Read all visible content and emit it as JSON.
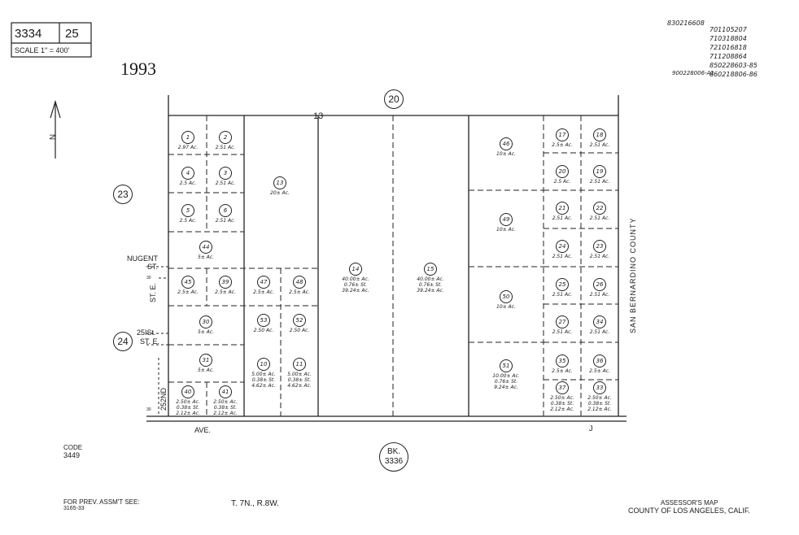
{
  "header": {
    "book": "3334",
    "page": "25",
    "scale": "SCALE 1\" = 400'",
    "year": "1993"
  },
  "codes_top_right": {
    "code_a": "830216608",
    "list": [
      "701105207",
      "710318804",
      "721016818",
      "711208864",
      "850228603-85",
      "860218806-86"
    ],
    "code_b": "900228006-A1"
  },
  "north_arrow": {
    "label": "N"
  },
  "adjacent_pages": {
    "top": "20",
    "left_upper": "23",
    "left_lower": "24",
    "bottom_book": "BK.",
    "bottom_book_number": "3336"
  },
  "section_number": "13",
  "streets": {
    "nugent": "NUGENT",
    "nugent_st": "ST.",
    "st_e_vertical": "ST. E.",
    "st_25": "25ISt.",
    "st_25_e": "ST. E.",
    "st_252nd": "252ND",
    "ave": "AVE.",
    "right_label": "J",
    "county": "SAN    BERNARDINO    COUNTY",
    "dim_30a": "30",
    "dim_30b": "30"
  },
  "parcels": [
    {
      "id": "1",
      "acres": "2.97 Ac."
    },
    {
      "id": "2",
      "acres": "2.51 Ac."
    },
    {
      "id": "4",
      "acres": "2.5 Ac."
    },
    {
      "id": "3",
      "acres": "2.51 Ac."
    },
    {
      "id": "5",
      "acres": "2.5 Ac."
    },
    {
      "id": "6",
      "acres": "2.51 Ac."
    },
    {
      "id": "13",
      "acres": "20± Ac."
    },
    {
      "id": "44",
      "acres": "5± Ac."
    },
    {
      "id": "45",
      "acres": "2.5± Ac."
    },
    {
      "id": "39",
      "acres": "2.5± Ac."
    },
    {
      "id": "47",
      "acres": "2.5± Ac."
    },
    {
      "id": "48",
      "acres": "2.5± Ac."
    },
    {
      "id": "30",
      "acres": "5± Ac."
    },
    {
      "id": "53",
      "acres": "2.50 Ac."
    },
    {
      "id": "52",
      "acres": "2.50 Ac."
    },
    {
      "id": "31",
      "acres": "5± Ac."
    },
    {
      "id": "10",
      "acres": "5.00± Ac.",
      "line2": "0.38± St.",
      "line3": "4.62± Ac."
    },
    {
      "id": "11",
      "acres": "5.00± Ac.",
      "line2": "0.38± St.",
      "line3": "4.62± Ac."
    },
    {
      "id": "40",
      "acres": "2.50± Ac.",
      "line2": "0.38± St.",
      "line3": "2.12± Ac."
    },
    {
      "id": "41",
      "acres": "2.50± Ac.",
      "line2": "0.38± St.",
      "line3": "2.12± Ac."
    },
    {
      "id": "14",
      "acres": "40.00± Ac.",
      "line2": "0.76± St.",
      "line3": "39.24± Ac."
    },
    {
      "id": "15",
      "acres": "40.00± Ac.",
      "line2": "0.76± St.",
      "line3": "39.24± Ac."
    },
    {
      "id": "46",
      "acres": "10± Ac."
    },
    {
      "id": "49",
      "acres": "10± Ac."
    },
    {
      "id": "50",
      "acres": "10± Ac."
    },
    {
      "id": "51",
      "acres": "10.00± Ac.",
      "line2": "0.76± St.",
      "line3": "9.24± Ac."
    },
    {
      "id": "17",
      "acres": "2.5± Ac."
    },
    {
      "id": "18",
      "acres": "2.51 Ac."
    },
    {
      "id": "20",
      "acres": "2.5 Ac."
    },
    {
      "id": "19",
      "acres": "2.51 Ac."
    },
    {
      "id": "21",
      "acres": "2.51 Ac."
    },
    {
      "id": "22",
      "acres": "2.51 Ac."
    },
    {
      "id": "24",
      "acres": "2.51 Ac."
    },
    {
      "id": "23",
      "acres": "2.51 Ac."
    },
    {
      "id": "25",
      "acres": "2.51 Ac."
    },
    {
      "id": "26",
      "acres": "2.51 Ac."
    },
    {
      "id": "27",
      "acres": "2.51 Ac."
    },
    {
      "id": "34",
      "acres": "2.51 Ac."
    },
    {
      "id": "35",
      "acres": "2.5± Ac."
    },
    {
      "id": "36",
      "acres": "2.5± Ac."
    },
    {
      "id": "37",
      "acres": "2.50± Ac.",
      "line2": "0.38± St.",
      "line3": "2.12± Ac."
    },
    {
      "id": "33",
      "acres": "2.50± Ac.",
      "line2": "0.38± St.",
      "line3": "2.12± Ac."
    }
  ],
  "footer": {
    "code_label": "CODE",
    "code_value": "3449",
    "prev_label": "FOR PREV. ASSM'T SEE:",
    "prev_value": "3165-33",
    "township": "T. 7N., R.8W.",
    "map_title": "ASSESSOR'S MAP",
    "county_title": "COUNTY OF LOS ANGELES, CALIF."
  }
}
